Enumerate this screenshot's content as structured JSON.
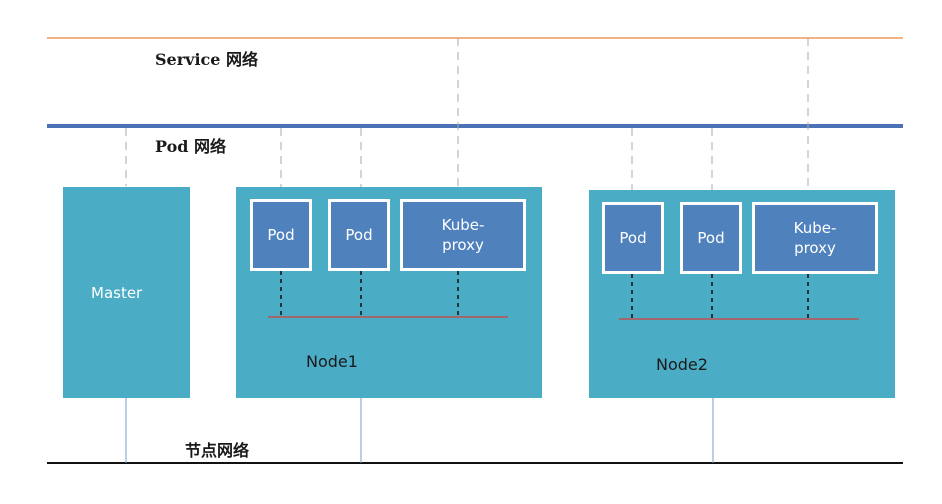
{
  "networks": {
    "service": "Service 网络",
    "pod": "Pod 网络",
    "node": "节点网络"
  },
  "master": {
    "label": "Master"
  },
  "node1": {
    "label": "Node1",
    "pods": [
      "Pod",
      "Pod"
    ],
    "proxy": [
      "Kube-",
      "proxy"
    ]
  },
  "node2": {
    "label": "Node2",
    "pods": [
      "Pod",
      "Pod"
    ],
    "proxy": [
      "Kube-",
      "proxy"
    ]
  },
  "colors": {
    "service_line": "#f4b183",
    "pod_line": "#4a72b5",
    "node_line": "#111111",
    "node_box": "#4bacc6",
    "inner_box": "#4f81bd",
    "node_bus": "#c0504d",
    "connector": "#aaaaaa",
    "drop_line": "#6f9fcf"
  }
}
